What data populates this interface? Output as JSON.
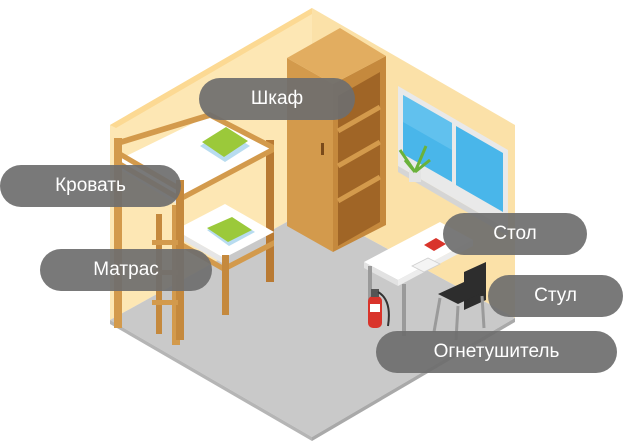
{
  "labels": {
    "wardrobe": "Шкаф",
    "bed": "Кровать",
    "mattress": "Матрас",
    "desk": "Стол",
    "chair": "Стул",
    "extinguisher": "Огнетушитель"
  },
  "colors": {
    "wall": "#fde7b4",
    "wall_top": "#fcdb9c",
    "floor": "#c9c9c9",
    "floor_shadow": "#b5b5b5",
    "wood": "#d39a4c",
    "wood_dark": "#b97a33",
    "pillow": "#9bc93a",
    "pillow_light": "#b8dcf0",
    "window_glass": "#49b6ea",
    "label_bg": "#6e6e6e"
  }
}
